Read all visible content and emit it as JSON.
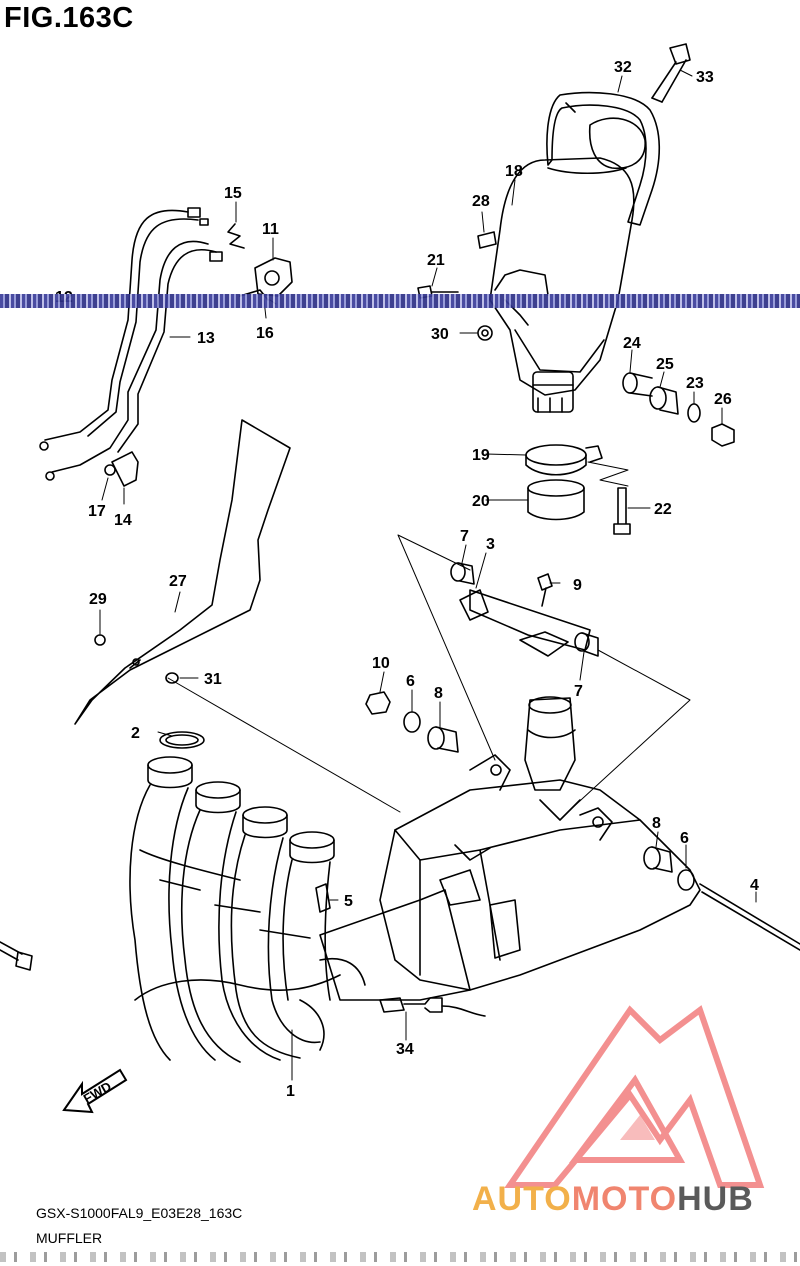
{
  "figure": {
    "title": "FIG.163C",
    "model_code": "GSX-S1000FAL9_E03E28_163C",
    "section_name": "MUFFLER"
  },
  "fwd_label": "FWD",
  "callouts": [
    "1",
    "2",
    "3",
    "4",
    "5",
    "6",
    "6",
    "7",
    "7",
    "8",
    "8",
    "9",
    "10",
    "11",
    "12",
    "13",
    "14",
    "15",
    "16",
    "17",
    "18",
    "19",
    "20",
    "21",
    "22",
    "23",
    "24",
    "25",
    "26",
    "27",
    "28",
    "29",
    "30",
    "31",
    "32",
    "33",
    "34"
  ],
  "watermark": {
    "part1": "AUTO",
    "part2": "MOTO",
    "part3": "HUB",
    "colors": {
      "auto": "#f2b04a",
      "moto": "#f0856f",
      "hub": "#5a5a5a",
      "triangle": "#f06b6b"
    }
  },
  "colors": {
    "line": "#000000",
    "scan_band": "#3a3d9a"
  }
}
